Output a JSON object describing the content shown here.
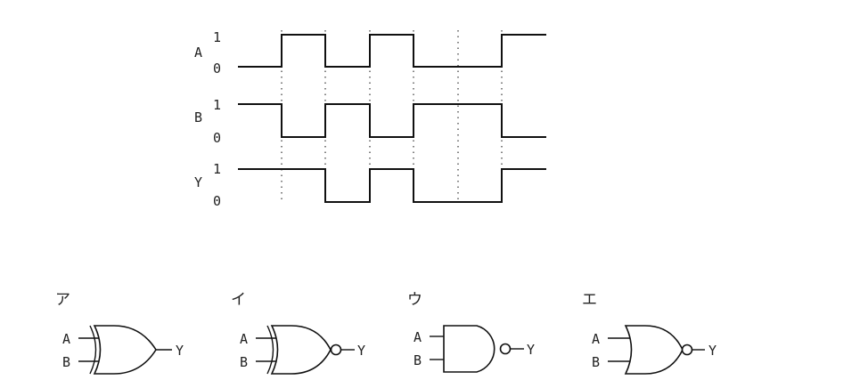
{
  "timing": {
    "level_high": "1",
    "level_low": "0",
    "signals": [
      {
        "name": "A",
        "levels": [
          0,
          1,
          0,
          1,
          0,
          1
        ]
      },
      {
        "name": "B",
        "levels": [
          1,
          0,
          1,
          0,
          1,
          0
        ]
      },
      {
        "name": "Y",
        "levels": [
          1,
          1,
          0,
          1,
          0,
          1
        ]
      }
    ]
  },
  "options": [
    {
      "label": "ア",
      "gate": "xor",
      "inputs": [
        "A",
        "B"
      ],
      "output": "Y"
    },
    {
      "label": "イ",
      "gate": "xnor",
      "inputs": [
        "A",
        "B"
      ],
      "output": "Y"
    },
    {
      "label": "ウ",
      "gate": "nand",
      "inputs": [
        "A",
        "B"
      ],
      "output": "Y"
    },
    {
      "label": "エ",
      "gate": "nor",
      "inputs": [
        "A",
        "B"
      ],
      "output": "Y"
    }
  ]
}
